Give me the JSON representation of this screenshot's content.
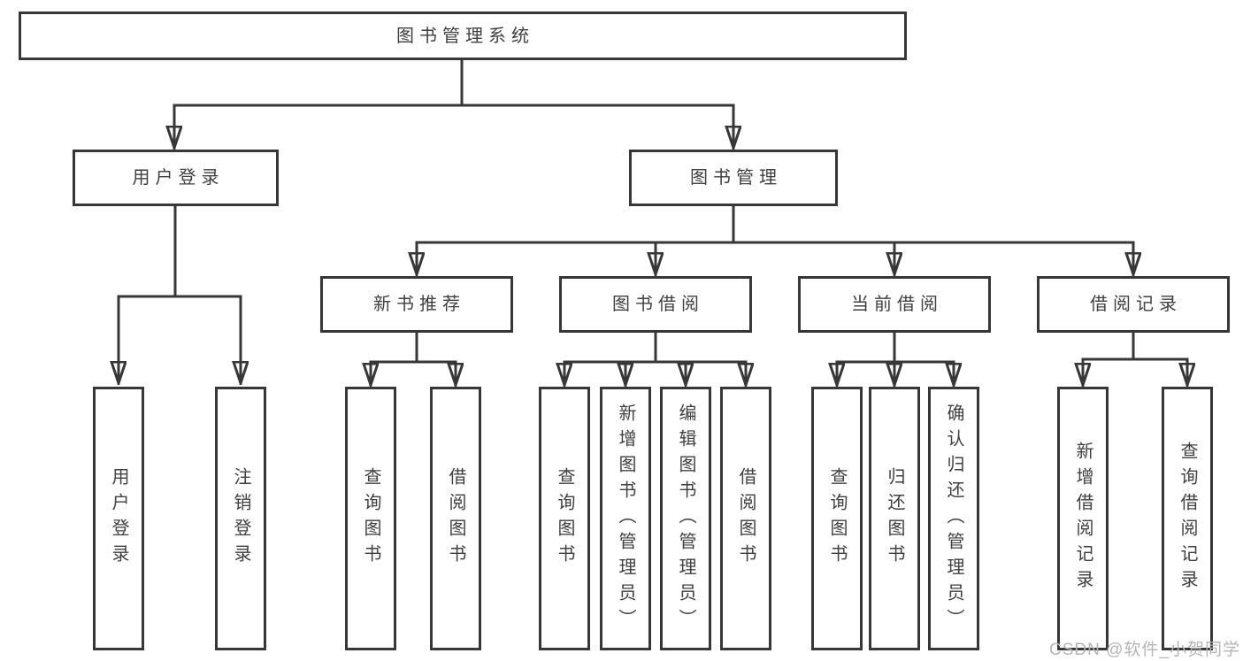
{
  "diagram": {
    "root": {
      "label": "图书管理系统"
    },
    "level2": [
      {
        "label": "用户登录"
      },
      {
        "label": "图书管理"
      }
    ],
    "level3": [
      {
        "label": "新书推荐"
      },
      {
        "label": "图书借阅"
      },
      {
        "label": "当前借阅"
      },
      {
        "label": "借阅记录"
      }
    ],
    "leaves": {
      "user_login": [
        {
          "label": "用户登录"
        },
        {
          "label": "注销登录"
        }
      ],
      "new_books": [
        {
          "label": "查询图书"
        },
        {
          "label": "借阅图书"
        }
      ],
      "book_borrow": [
        {
          "label": "查询图书"
        },
        {
          "label": "新增图书（管理员）"
        },
        {
          "label": "编辑图书（管理员）"
        },
        {
          "label": "借阅图书"
        }
      ],
      "current_borrow": [
        {
          "label": "查询图书"
        },
        {
          "label": "归还图书"
        },
        {
          "label": "确认归还（管理员）"
        }
      ],
      "borrow_records": [
        {
          "label": "新增借阅记录"
        },
        {
          "label": "查询借阅记录"
        }
      ]
    }
  },
  "watermark": {
    "text": "CSDN @软件_小贺同学"
  },
  "colors": {
    "line": "#373737",
    "box_border": "#373737",
    "text": "#3f3f3f",
    "watermark_text": "#b5b5b5",
    "background": "#ffffff"
  }
}
